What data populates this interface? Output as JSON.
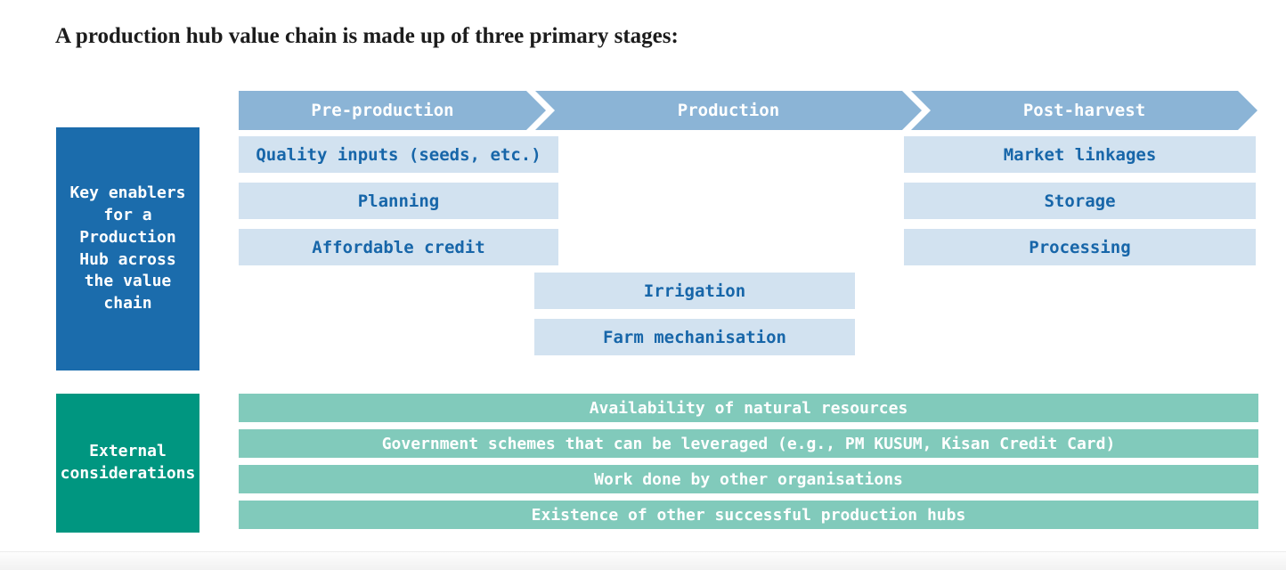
{
  "title": "A production hub value chain is made up of three primary stages:",
  "stages": [
    {
      "label": "Pre-production"
    },
    {
      "label": "Production"
    },
    {
      "label": "Post-harvest"
    }
  ],
  "enablers": {
    "sidebar_label": "Key enablers\nfor a\nProduction\nHub across\nthe value\nchain",
    "pre_production": [
      "Quality inputs (seeds, etc.)",
      "Planning",
      "Affordable credit"
    ],
    "production": [
      "Irrigation",
      "Farm mechanisation"
    ],
    "post_harvest": [
      "Market linkages",
      "Storage",
      "Processing"
    ]
  },
  "external": {
    "sidebar_label": "External\nconsiderations",
    "items": [
      "Availability of natural resources",
      "Government schemes that can be leveraged (e.g., PM KUSUM, Kisan Credit Card)",
      "Work done by other organisations",
      "Existence of other successful production hubs"
    ]
  },
  "colors": {
    "stage_arrow_blue": "#8bb4d6",
    "enabler_box_blue": "#d2e2f0",
    "enabler_text_blue": "#1766a9",
    "sidebar_dark_blue": "#1b6cac",
    "sidebar_green": "#009680",
    "external_bar_green": "#81cabb",
    "title_text": "#1c1c1c",
    "label_text_white": "#ffffff"
  }
}
